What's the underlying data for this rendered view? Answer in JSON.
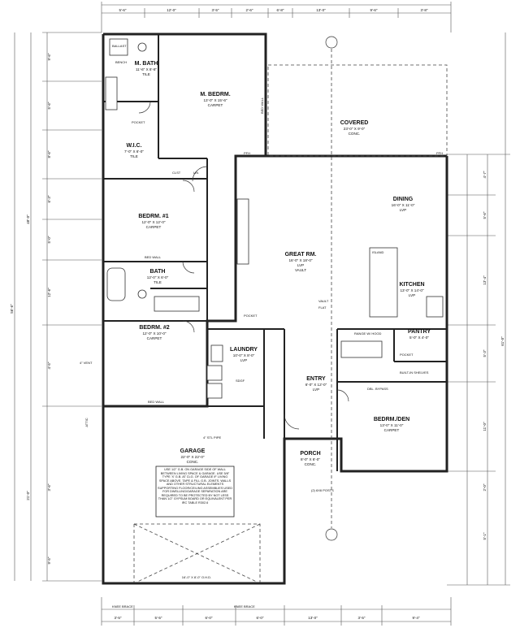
{
  "rooms": {
    "m_bath": {
      "name": "M. BATH",
      "size": "11'-6\" X 8'-8\"",
      "finish": "TILE"
    },
    "m_bedrm": {
      "name": "M. BEDRM.",
      "size": "13'-0\" X 15'-6\"",
      "finish": "CARPET"
    },
    "covered": {
      "name": "COVERED",
      "size": "23'-0\" X 9'-0\"",
      "finish": "CONC."
    },
    "wic": {
      "name": "W.I.C.",
      "size": "7'-0\" X 6'-0\"",
      "finish": "TILE"
    },
    "dining": {
      "name": "DINING",
      "size": "16'-0\" X 11'-0\"",
      "finish": "LVP"
    },
    "bedrm1": {
      "name": "BEDRM. #1",
      "size": "12'-0\" X 12'-0\"",
      "finish": "CARPET"
    },
    "great_rm": {
      "name": "GREAT RM.",
      "size": "16'-0\" X 18'-0\"",
      "finish": "LVP",
      "ceiling": "VAULT"
    },
    "bath": {
      "name": "BATH",
      "size": "12'-0\" X 6'-0\"",
      "finish": "TILE"
    },
    "kitchen": {
      "name": "KITCHEN",
      "size": "13'-0\" X 14'-0\"",
      "finish": "LVP"
    },
    "bedrm2": {
      "name": "BEDRM. #2",
      "size": "12'-0\" X 10'-0\"",
      "finish": "CARPET"
    },
    "pantry": {
      "name": "PANTRY",
      "size": "5'-0\" X 4'-0\""
    },
    "laundry": {
      "name": "LAUNDRY",
      "size": "10'-0\" X 8'-0\"",
      "finish": "LVP"
    },
    "entry": {
      "name": "ENTRY",
      "size": "6'-0\" X 12'-0\"",
      "finish": "LVP"
    },
    "bedrm_den": {
      "name": "BEDRM./DEN",
      "size": "13'-0\" X 11'-0\"",
      "finish": "CARPET"
    },
    "garage": {
      "name": "GARAGE",
      "size": "22'-0\" X 22'-0\"",
      "finish": "CONC."
    },
    "porch": {
      "name": "PORCH",
      "size": "8'-0\" X 6'-0\"",
      "finish": "CONC."
    }
  },
  "labels": {
    "pocket1": "POCKET",
    "pocket2": "POCKET",
    "pocket3": "POCKET",
    "bed_wall1": "BED WALL",
    "bed_wall2": "BED WALL",
    "bed_wall3": "BED WALL",
    "vault": "VAULT",
    "flat": "FLAT",
    "island": "ISLAND",
    "clst": "CLST",
    "lin": "LIN",
    "bench": "BENCH",
    "ballast": "BALLAST",
    "pfh_left": "PFH",
    "pfh_right": "PFH",
    "range_hood": "RANGE W/ HOOD",
    "built_in_shelves": "BUILT-IN SHELVES",
    "dbl_bypass": "DBL. BYPASS",
    "garage_door": "16'-0\" X 8'-0\" O.H.D.",
    "knee_brace_left": "KNEE BRACE",
    "knee_brace_right": "KNEE BRACE",
    "pipe": "4\" STL PIPE",
    "attic": "ATTIC",
    "vent": "4\" VENT",
    "post": "(2) 6X6 POSTS",
    "sdgf": "SDGF"
  },
  "garage_note": "USE 1/2\" G.B. ON GARAGE SIDE OF WALL BETWEEN LIVING SPACE & GARAGE. USE 5/8\" TYPE 'X' G.B. AT CLG. OF GARAGE IF LIVING SPACE ABOVE. TAPE & FILL G.B. JOINTS. WALLS AND OTHER STRUCTURAL ELEMENTS SUPPORTING FLOOR/CEILING ASSEMBLIES USED FOR DWELLING/GARAGE SEPARATION ARE REQUIRED TO BE PROTECTED BY NOT LESS THAN 1/2\" GYPSUM BOARD OR EQUIVALENT PER IRC TABLE R302.6",
  "dims": {
    "top": [
      "5'-6\"",
      "12'-0\"",
      "3'-5\"",
      "2'-6\"",
      "6'-8\"",
      "13'-0\"",
      "9'-6\"",
      "3'-8\""
    ],
    "bottom": [
      "3'-5\"",
      "5'-5\"",
      "6'-0\"",
      "6'-0\"",
      "13'-0\"",
      "3'-5\"",
      "9'-4\""
    ],
    "left": [
      "9'-6\"",
      "5'-6\"",
      "8'-6\"",
      "6'-3\"",
      "5'-0\"",
      "12'-6\"",
      "4'-5\"",
      "3'-6\"",
      "9'-5\""
    ],
    "right": [
      "4'-7\"",
      "5'-6\"",
      "13'-4\"",
      "5'-3\"",
      "11'-0\"",
      "2'-0\"",
      "5'-1\""
    ],
    "overall_left": [
      "48'-0\"",
      "56'-6\"",
      "21'-0\""
    ],
    "overall_right": [
      "61'-0\""
    ]
  }
}
